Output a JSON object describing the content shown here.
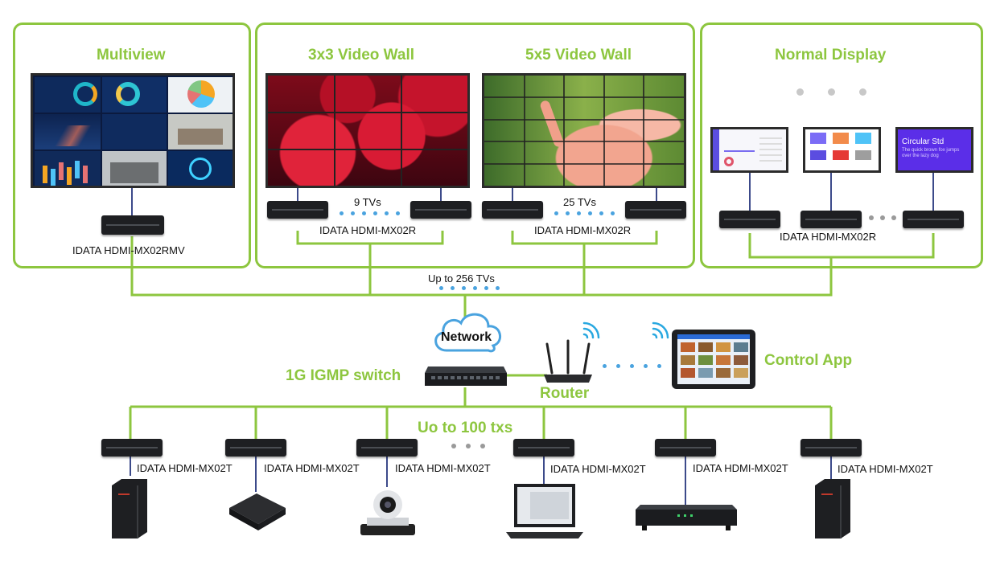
{
  "colors": {
    "accent": "#8dc63f",
    "dot_blue": "#4aa3df",
    "device": "#1e1f22"
  },
  "panels": {
    "multiview": {
      "title": "Multiview",
      "device_label": "IDATA HDMI-MX02RMV"
    },
    "wall3": {
      "title": "3x3  Video Wall",
      "count_label": "9 TVs",
      "device_label": "IDATA HDMI-MX02R"
    },
    "wall5": {
      "title": "5x5  Video Wall",
      "count_label": "25 TVs",
      "device_label": "IDATA HDMI-MX02R"
    },
    "normal": {
      "title": "Normal Display",
      "device_label": "IDATA HDMI-MX02R",
      "display3_title": "Circular Std",
      "display3_text": "The quick brown fox jumps over the lazy dog"
    }
  },
  "network": {
    "capacity_label": "Up to 256 TVs",
    "cloud_label": "Network",
    "switch_label": "1G IGMP switch",
    "router_label": "Router",
    "app_label": "Control App",
    "tx_label": "Uo to 100 txs"
  },
  "sources": [
    {
      "device_label": "IDATA HDMI-MX02T",
      "icon": "tower-pc-icon"
    },
    {
      "device_label": "IDATA HDMI-MX02T",
      "icon": "streaming-box-icon"
    },
    {
      "device_label": "IDATA HDMI-MX02T",
      "icon": "ptz-camera-icon"
    },
    {
      "device_label": "IDATA HDMI-MX02T",
      "icon": "laptop-icon"
    },
    {
      "device_label": "IDATA HDMI-MX02T",
      "icon": "dvr-recorder-icon"
    },
    {
      "device_label": "IDATA HDMI-MX02T",
      "icon": "tower-pc-icon"
    }
  ]
}
